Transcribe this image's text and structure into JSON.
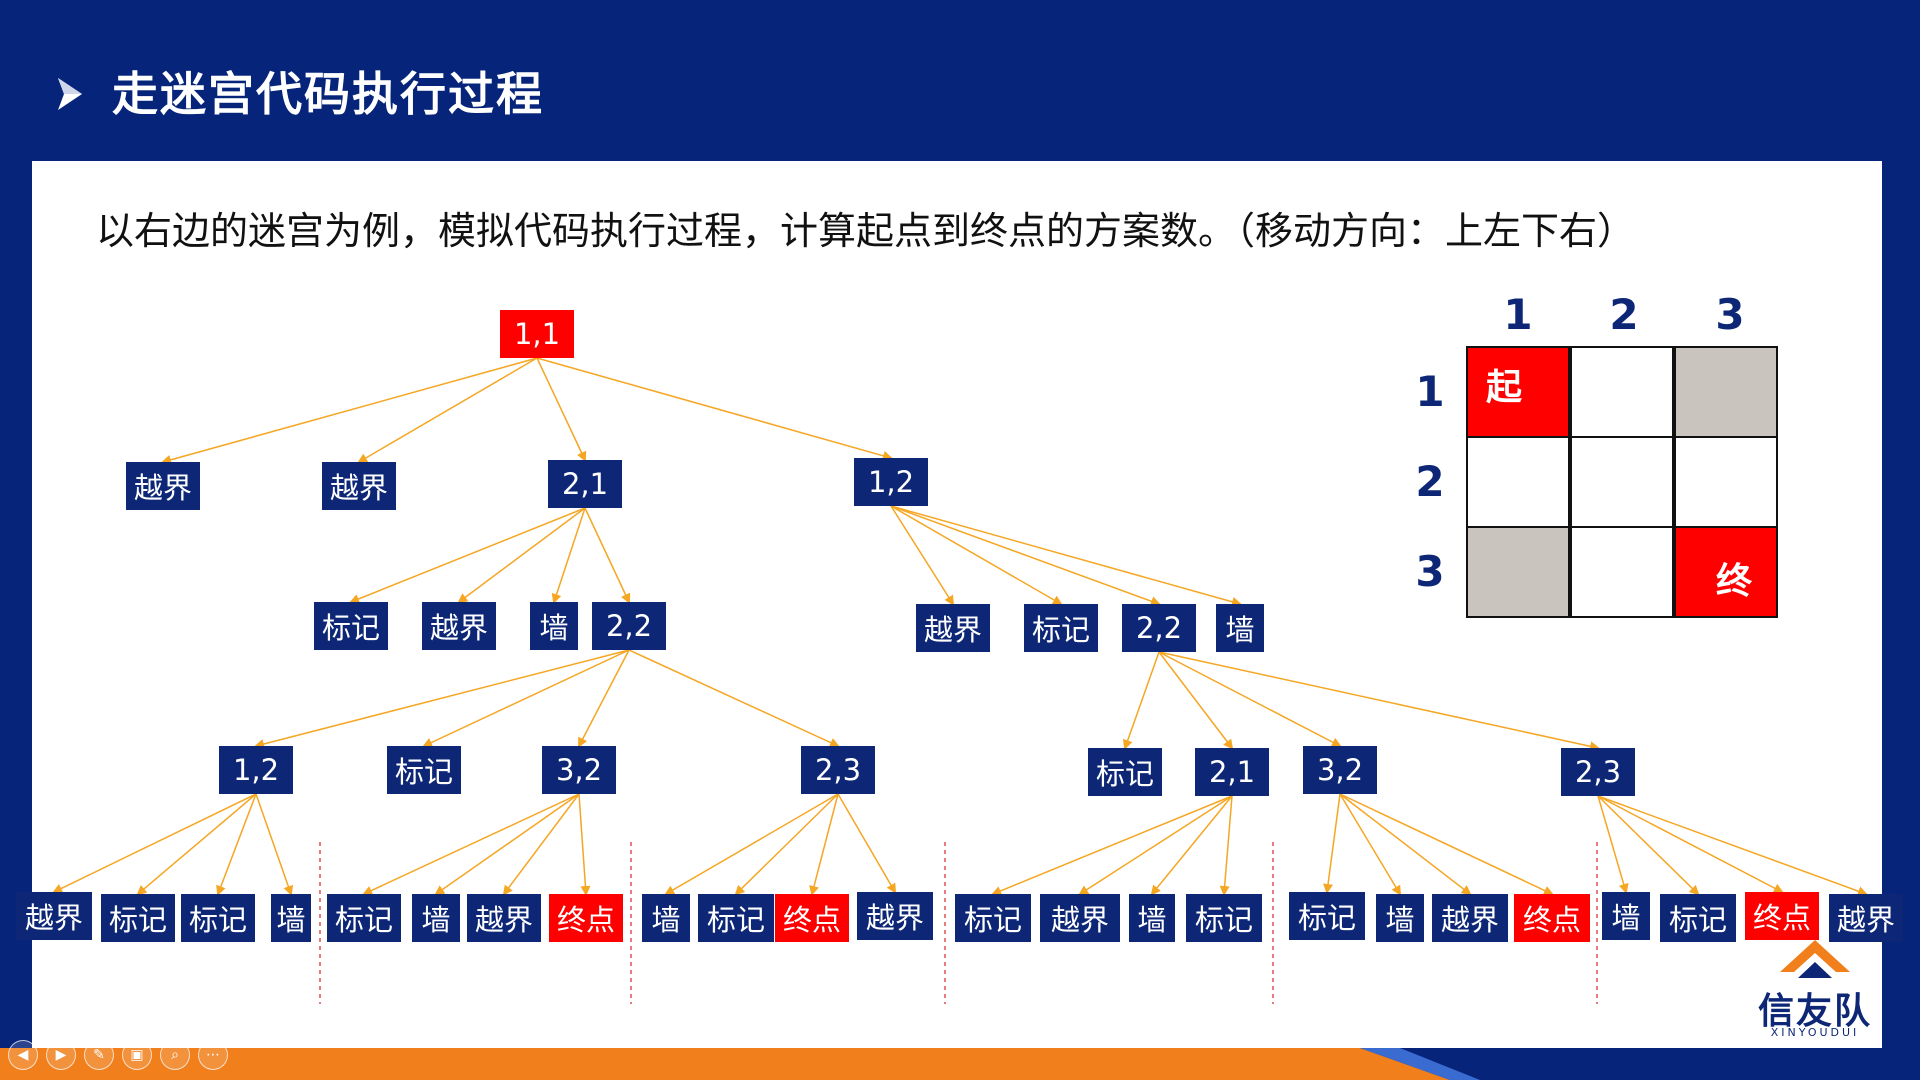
{
  "title": "走迷宫代码执行过程",
  "description": "以右边的迷宫为例，模拟代码执行过程，计算起点到终点的方案数。（移动方向：上左下右）",
  "maze": {
    "col_labels": [
      "1",
      "2",
      "3"
    ],
    "row_labels": [
      "1",
      "2",
      "3"
    ],
    "rows": [
      [
        {
          "type": "start",
          "text": "起"
        },
        {
          "type": "empty",
          "text": ""
        },
        {
          "type": "wall",
          "text": ""
        }
      ],
      [
        {
          "type": "empty",
          "text": ""
        },
        {
          "type": "empty",
          "text": ""
        },
        {
          "type": "empty",
          "text": ""
        }
      ],
      [
        {
          "type": "wall",
          "text": ""
        },
        {
          "type": "empty",
          "text": ""
        },
        {
          "type": "end",
          "text": "终"
        }
      ]
    ]
  },
  "tree": {
    "nodes": [
      {
        "id": "n0",
        "text": "1,1",
        "red": true
      },
      {
        "id": "n1",
        "text": "越界",
        "red": false
      },
      {
        "id": "n2",
        "text": "越界",
        "red": false
      },
      {
        "id": "n3",
        "text": "2,1",
        "red": false
      },
      {
        "id": "n4",
        "text": "1,2",
        "red": false
      },
      {
        "id": "n5",
        "text": "标记",
        "red": false
      },
      {
        "id": "n6",
        "text": "越界",
        "red": false
      },
      {
        "id": "n7",
        "text": "墙",
        "red": false
      },
      {
        "id": "n8",
        "text": "2,2",
        "red": false
      },
      {
        "id": "n9",
        "text": "越界",
        "red": false
      },
      {
        "id": "n10",
        "text": "标记",
        "red": false
      },
      {
        "id": "n11",
        "text": "2,2",
        "red": false
      },
      {
        "id": "n12",
        "text": "墙",
        "red": false
      },
      {
        "id": "n13",
        "text": "1,2",
        "red": false
      },
      {
        "id": "n14",
        "text": "标记",
        "red": false
      },
      {
        "id": "n15",
        "text": "3,2",
        "red": false
      },
      {
        "id": "n16",
        "text": "2,3",
        "red": false
      },
      {
        "id": "n17",
        "text": "标记",
        "red": false
      },
      {
        "id": "n18",
        "text": "2,1",
        "red": false
      },
      {
        "id": "n19",
        "text": "3,2",
        "red": false
      },
      {
        "id": "n20",
        "text": "2,3",
        "red": false
      },
      {
        "id": "n21",
        "text": "越界",
        "red": false
      },
      {
        "id": "n22",
        "text": "标记",
        "red": false
      },
      {
        "id": "n23",
        "text": "标记",
        "red": false
      },
      {
        "id": "n24",
        "text": "墙",
        "red": false
      },
      {
        "id": "n25",
        "text": "标记",
        "red": false
      },
      {
        "id": "n26",
        "text": "墙",
        "red": false
      },
      {
        "id": "n27",
        "text": "越界",
        "red": false
      },
      {
        "id": "n28",
        "text": "终点",
        "red": true
      },
      {
        "id": "n29",
        "text": "墙",
        "red": false
      },
      {
        "id": "n30",
        "text": "标记",
        "red": false
      },
      {
        "id": "n31",
        "text": "终点",
        "red": true
      },
      {
        "id": "n32",
        "text": "越界",
        "red": false
      },
      {
        "id": "n33",
        "text": "标记",
        "red": false
      },
      {
        "id": "n34",
        "text": "越界",
        "red": false
      },
      {
        "id": "n35",
        "text": "墙",
        "red": false
      },
      {
        "id": "n36",
        "text": "标记",
        "red": false
      },
      {
        "id": "n37",
        "text": "标记",
        "red": false
      },
      {
        "id": "n38",
        "text": "墙",
        "red": false
      },
      {
        "id": "n39",
        "text": "越界",
        "red": false
      },
      {
        "id": "n40",
        "text": "终点",
        "red": true
      },
      {
        "id": "n41",
        "text": "墙",
        "red": false
      },
      {
        "id": "n42",
        "text": "标记",
        "red": false
      },
      {
        "id": "n43",
        "text": "终点",
        "red": true
      },
      {
        "id": "n44",
        "text": "越界",
        "red": false
      }
    ],
    "edges": [
      [
        "n0",
        "n1"
      ],
      [
        "n0",
        "n2"
      ],
      [
        "n0",
        "n3"
      ],
      [
        "n0",
        "n4"
      ],
      [
        "n3",
        "n5"
      ],
      [
        "n3",
        "n6"
      ],
      [
        "n3",
        "n7"
      ],
      [
        "n3",
        "n8"
      ],
      [
        "n4",
        "n9"
      ],
      [
        "n4",
        "n10"
      ],
      [
        "n4",
        "n11"
      ],
      [
        "n4",
        "n12"
      ],
      [
        "n8",
        "n13"
      ],
      [
        "n8",
        "n14"
      ],
      [
        "n8",
        "n15"
      ],
      [
        "n8",
        "n16"
      ],
      [
        "n11",
        "n17"
      ],
      [
        "n11",
        "n18"
      ],
      [
        "n11",
        "n19"
      ],
      [
        "n11",
        "n20"
      ],
      [
        "n13",
        "n21"
      ],
      [
        "n13",
        "n22"
      ],
      [
        "n13",
        "n23"
      ],
      [
        "n13",
        "n24"
      ],
      [
        "n15",
        "n25"
      ],
      [
        "n15",
        "n26"
      ],
      [
        "n15",
        "n27"
      ],
      [
        "n15",
        "n28"
      ],
      [
        "n16",
        "n29"
      ],
      [
        "n16",
        "n30"
      ],
      [
        "n16",
        "n31"
      ],
      [
        "n16",
        "n32"
      ],
      [
        "n18",
        "n33"
      ],
      [
        "n18",
        "n34"
      ],
      [
        "n18",
        "n35"
      ],
      [
        "n18",
        "n36"
      ],
      [
        "n19",
        "n37"
      ],
      [
        "n19",
        "n38"
      ],
      [
        "n19",
        "n39"
      ],
      [
        "n19",
        "n40"
      ],
      [
        "n20",
        "n41"
      ],
      [
        "n20",
        "n42"
      ],
      [
        "n20",
        "n43"
      ],
      [
        "n20",
        "n44"
      ]
    ]
  },
  "logo": {
    "name": "信友队",
    "sub": "XINYOUDUI"
  },
  "controls": [
    {
      "icon": "prev-icon",
      "glyph": "◀"
    },
    {
      "icon": "next-icon",
      "glyph": "▶"
    },
    {
      "icon": "pen-icon",
      "glyph": "✎"
    },
    {
      "icon": "slides-icon",
      "glyph": "▣"
    },
    {
      "icon": "zoom-icon",
      "glyph": "⌕"
    },
    {
      "icon": "more-icon",
      "glyph": "⋯"
    }
  ]
}
